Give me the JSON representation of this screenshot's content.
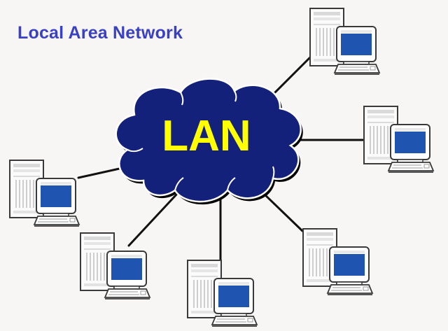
{
  "title": "Local Area Network",
  "cloud": {
    "label": "LAN",
    "fill_color": "#14217a",
    "label_color": "#ffff00"
  },
  "colors": {
    "background": "#f7f6f5",
    "title": "#3a40c4",
    "screen": "#1f55b0",
    "line": "#111111"
  },
  "nodes": [
    {
      "id": "computer-top-right",
      "icon": "desktop-computer-icon"
    },
    {
      "id": "computer-right",
      "icon": "desktop-computer-icon"
    },
    {
      "id": "computer-left",
      "icon": "desktop-computer-icon"
    },
    {
      "id": "computer-bottom-left",
      "icon": "desktop-computer-icon"
    },
    {
      "id": "computer-bottom-center",
      "icon": "desktop-computer-icon"
    },
    {
      "id": "computer-bottom-right",
      "icon": "desktop-computer-icon"
    }
  ]
}
